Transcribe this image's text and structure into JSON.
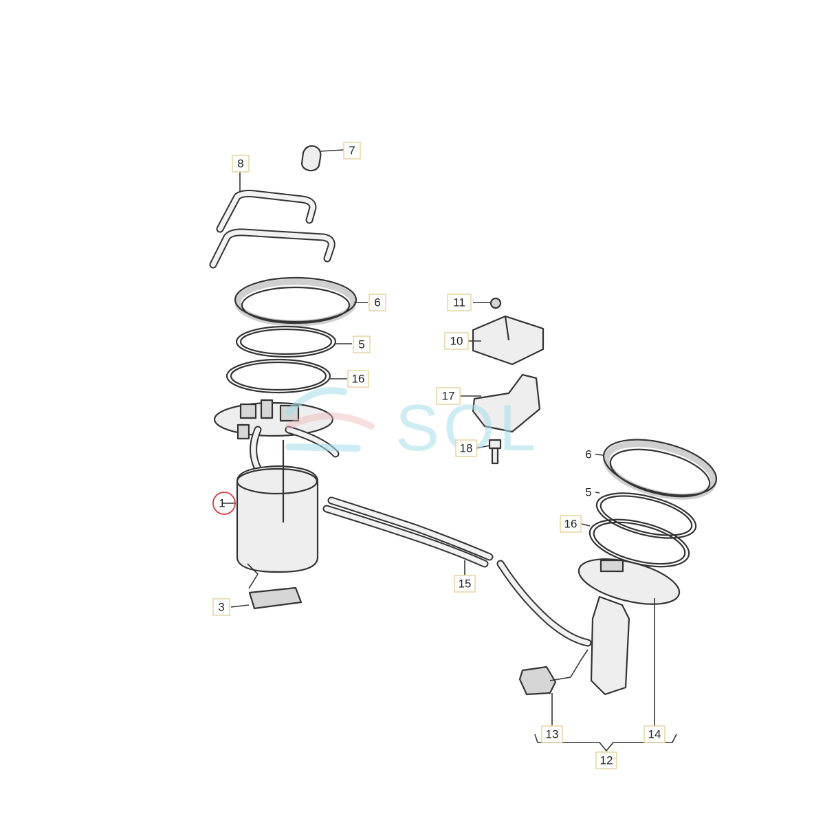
{
  "watermark": {
    "text": "SOL"
  },
  "callouts": {
    "c1": "1",
    "c3": "3",
    "c5a": "5",
    "c5b": "5",
    "c6a": "6",
    "c6b": "6",
    "c7": "7",
    "c8": "8",
    "c10": "10",
    "c11": "11",
    "c12": "12",
    "c13": "13",
    "c14": "14",
    "c15": "15",
    "c16a": "16",
    "c16b": "16",
    "c17": "17",
    "c18": "18"
  },
  "colors": {
    "callout_border": "#e6cf9a",
    "highlight_circle": "#d93b3b",
    "watermark": "#a6dfe8"
  }
}
